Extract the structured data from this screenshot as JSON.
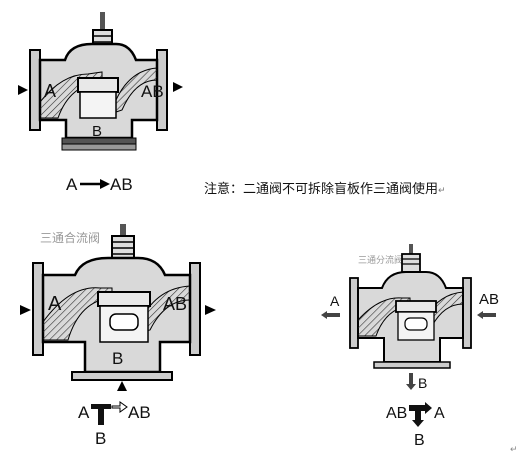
{
  "notice": {
    "text": "注意：二通阀不可拆除盲板作三通阀使用",
    "mark": "↵"
  },
  "valve_top": {
    "label_inlet": "A",
    "label_outlet": "AB",
    "label_bottom": "B",
    "flow_left": "A",
    "flow_right": "AB"
  },
  "valve_bottom_left": {
    "title": "三通合流阀",
    "label_inlet": "A",
    "label_outlet": "AB",
    "label_bottom": "B",
    "flow_a": "A",
    "flow_ab": "AB",
    "flow_b": "B"
  },
  "valve_bottom_right": {
    "title": "三通分流阀",
    "flow_a": "A",
    "flow_ab": "AB",
    "flow_b": "B",
    "legend_ab": "AB",
    "legend_a": "A",
    "legend_b": "B"
  },
  "corner_mark": "↵",
  "colors": {
    "body": "#d9d9d9",
    "stroke": "#000000",
    "dark": "#111111",
    "title_gray": "#999999"
  }
}
